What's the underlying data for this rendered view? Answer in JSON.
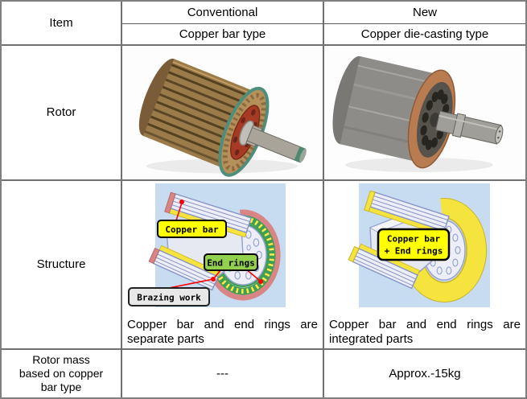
{
  "header": {
    "item": "Item",
    "conventional": "Conventional",
    "new": "New",
    "conventional_sub": "Copper bar type",
    "new_sub": "Copper die-casting type"
  },
  "rotor_row": {
    "label": "Rotor",
    "conventional_photo": "copper-bar-rotor-photo",
    "new_photo": "copper-die-cast-rotor-photo"
  },
  "structure_row": {
    "label": "Structure",
    "conventional": {
      "caption": "Copper bar and end rings are separate parts",
      "label_copper_bar": "Copper bar",
      "label_end_rings": "End rings",
      "label_brazing_work": "Brazing work"
    },
    "new": {
      "caption": "Copper bar and end rings are integrated parts",
      "label_line1": "Copper bar",
      "label_line2": "+ End rings"
    }
  },
  "mass_row": {
    "label": "Rotor mass based on copper bar type",
    "conventional": "---",
    "new": "Approx.-15kg"
  },
  "colors": {
    "diagram_background": "#c7dcf0",
    "label_yellow": "#ffff00",
    "label_green": "#92d050",
    "label_grey": "#e8e8e8",
    "leader_red": "#ff0000",
    "table_border": "#707070"
  }
}
